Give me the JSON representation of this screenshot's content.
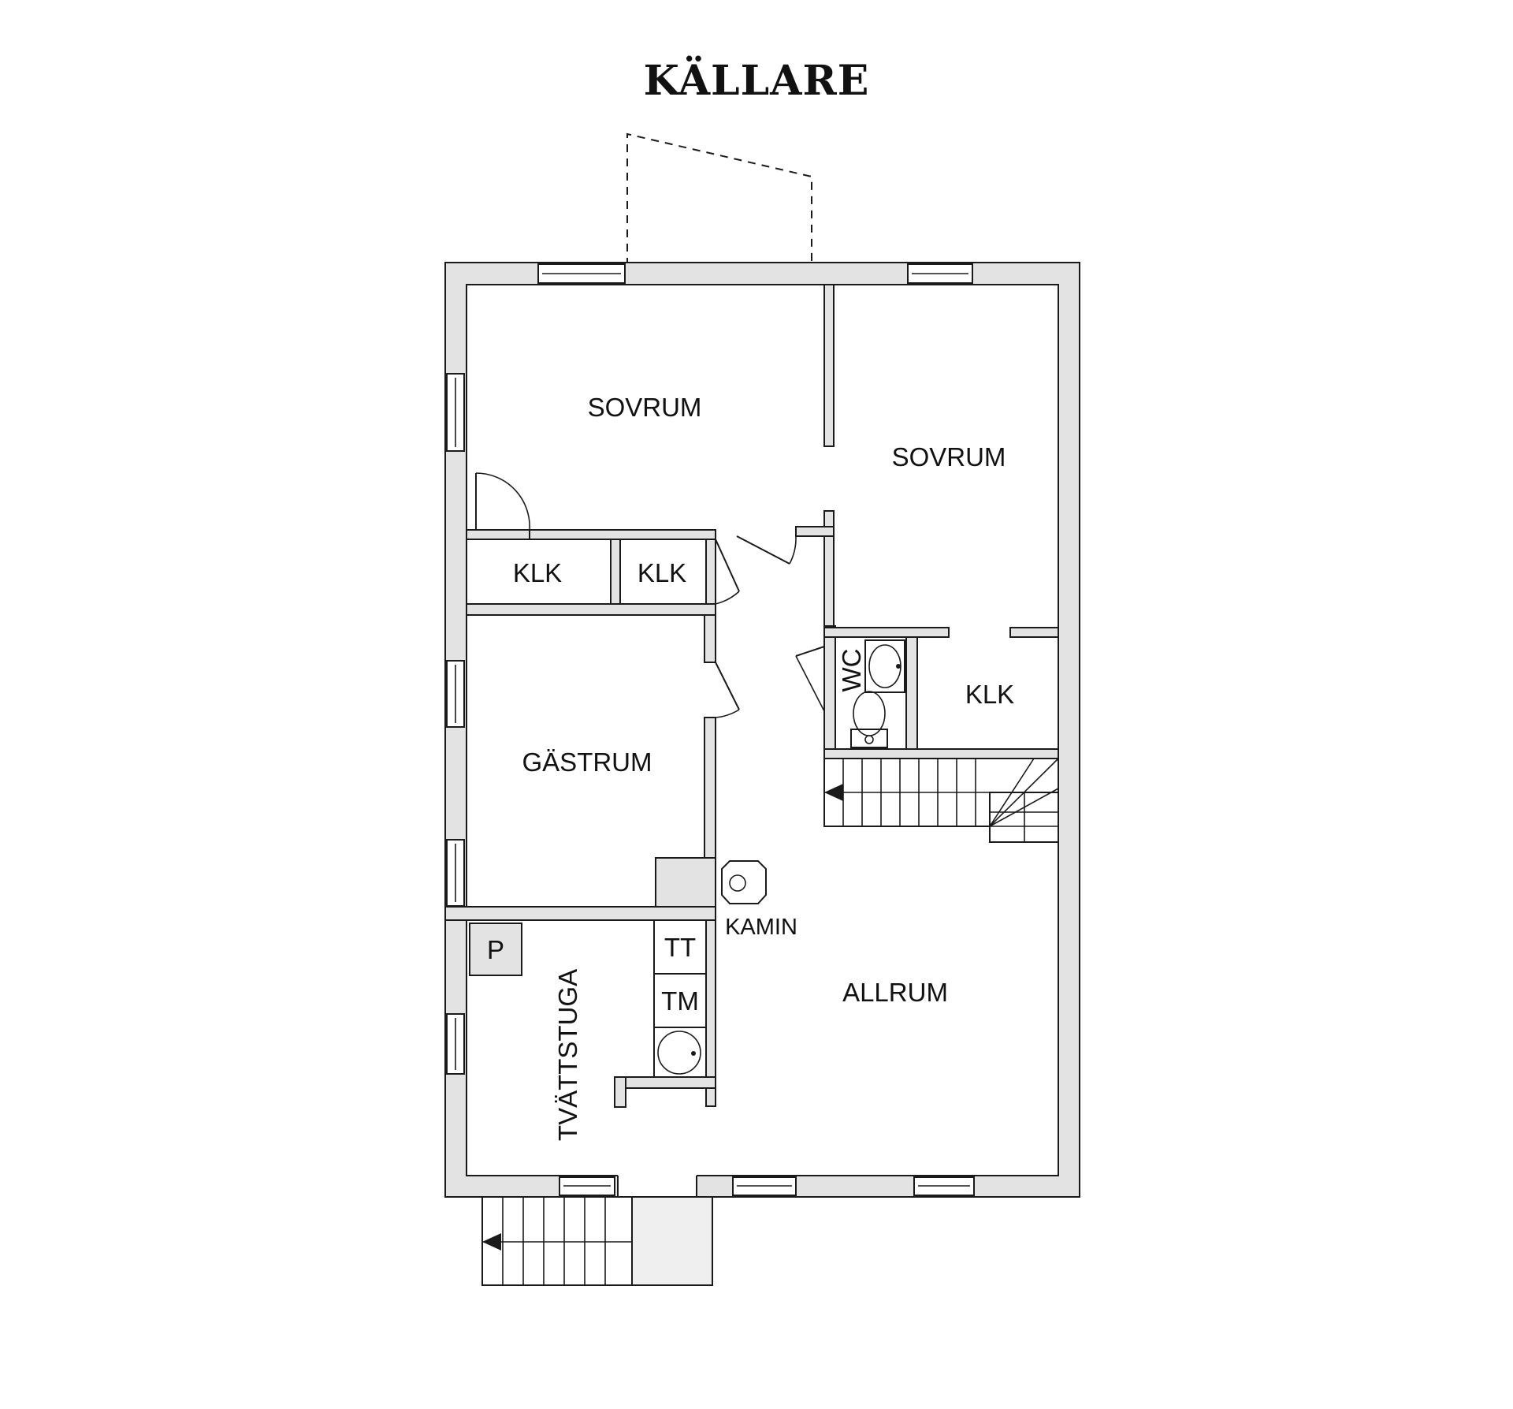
{
  "title": "KÄLLARE",
  "rooms": {
    "sovrum_1": "SOVRUM",
    "sovrum_2": "SOVRUM",
    "klk_1": "KLK",
    "klk_2": "KLK",
    "klk_3": "KLK",
    "wc": "WC",
    "gastrum": "GÄSTRUM",
    "allrum": "ALLRUM",
    "tvattstuga": "TVÄTTSTUGA"
  },
  "fixtures": {
    "kamin": "KAMIN",
    "p": "P",
    "tt": "TT",
    "tm": "TM"
  },
  "colors": {
    "wall_fill": "#e3e3e3",
    "line": "#1a1a1a",
    "background": "#ffffff"
  }
}
